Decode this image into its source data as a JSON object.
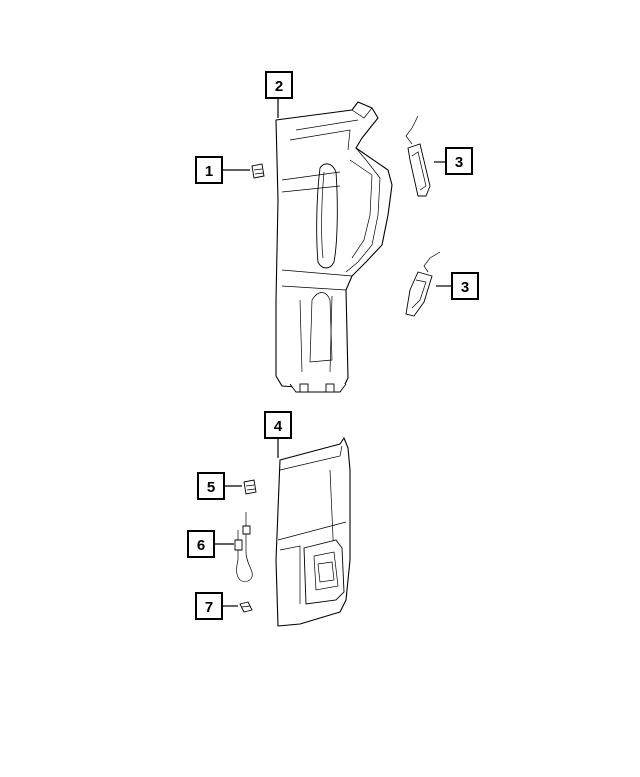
{
  "callouts": [
    {
      "id": "c1",
      "label": "1"
    },
    {
      "id": "c2",
      "label": "2"
    },
    {
      "id": "c3a",
      "label": "3"
    },
    {
      "id": "c3b",
      "label": "3"
    },
    {
      "id": "c4",
      "label": "4"
    },
    {
      "id": "c5",
      "label": "5"
    },
    {
      "id": "c6",
      "label": "6"
    },
    {
      "id": "c7",
      "label": "7"
    }
  ]
}
